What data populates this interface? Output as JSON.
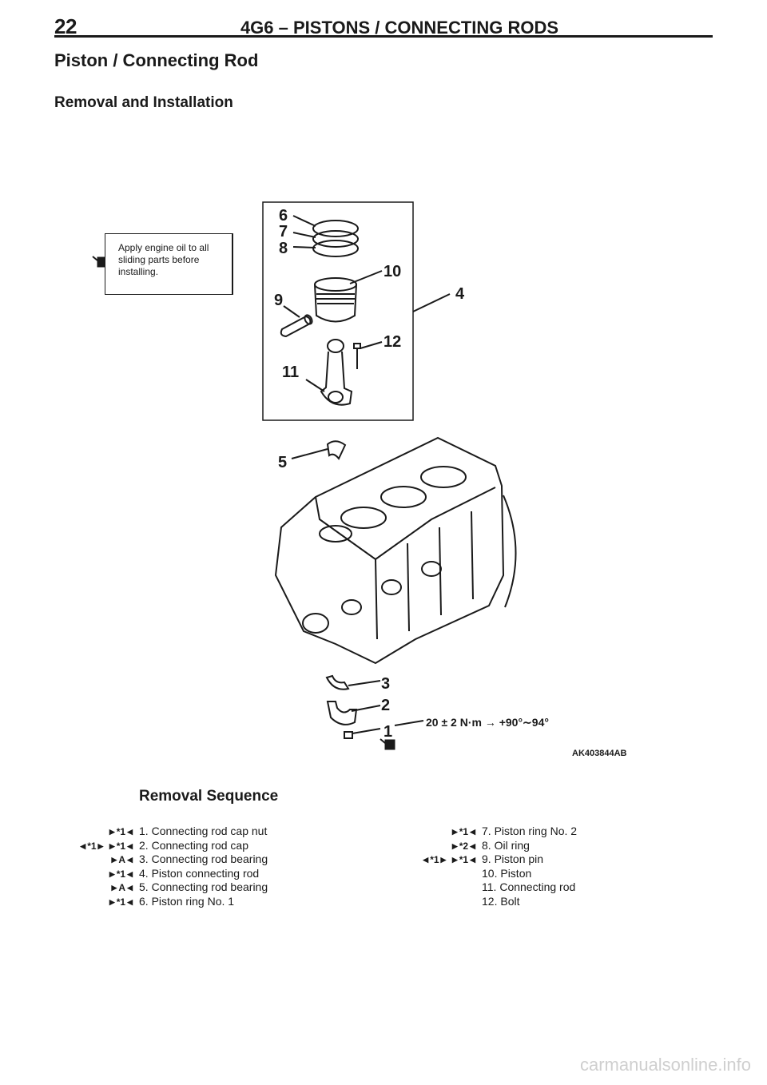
{
  "header": {
    "page_number": "22",
    "section_title": "4G6 – PISTONS / CONNECTING RODS"
  },
  "page_title": "Piston / Connecting Rod",
  "subtitle": "Removal and Installation",
  "figure": {
    "oil_note": "Apply engine oil to all sliding parts before installing.",
    "callouts": [
      "1",
      "2",
      "3",
      "4",
      "5",
      "6",
      "7",
      "8",
      "9",
      "10",
      "11",
      "12"
    ],
    "torque_spec": "20 ± 2 N·m → +90°∼94°",
    "figure_code": "AK403844AB"
  },
  "removal_sequence": {
    "title": "Removal Sequence",
    "left_items": [
      {
        "num": "1.",
        "text": "Connecting rod cap nut",
        "removal_mark": "",
        "install_mark": "*1"
      },
      {
        "num": "2.",
        "text": "Connecting rod cap",
        "removal_mark": "*1",
        "install_mark": "*1"
      },
      {
        "num": "3.",
        "text": "Connecting rod bearing",
        "removal_mark": "",
        "install_mark": "A"
      },
      {
        "num": "4.",
        "text": "Piston connecting rod",
        "removal_mark": "",
        "install_mark": "*1"
      },
      {
        "num": "5.",
        "text": "Connecting rod bearing",
        "removal_mark": "",
        "install_mark": "A"
      },
      {
        "num": "6.",
        "text": "Piston ring No. 1",
        "removal_mark": "",
        "install_mark": "*1"
      }
    ],
    "right_items": [
      {
        "num": "7.",
        "text": "Piston ring No. 2",
        "removal_mark": "",
        "install_mark": "*1"
      },
      {
        "num": "8.",
        "text": "Oil ring",
        "removal_mark": "",
        "install_mark": "*2"
      },
      {
        "num": "9.",
        "text": "Piston pin",
        "removal_mark": "*1",
        "install_mark": "*1"
      },
      {
        "num": "10.",
        "text": "Piston",
        "removal_mark": "",
        "install_mark": ""
      },
      {
        "num": "11.",
        "text": "Connecting rod",
        "removal_mark": "",
        "install_mark": ""
      },
      {
        "num": "12.",
        "text": "Bolt",
        "removal_mark": "",
        "install_mark": ""
      }
    ]
  },
  "watermark": "carmanualsonline.info"
}
